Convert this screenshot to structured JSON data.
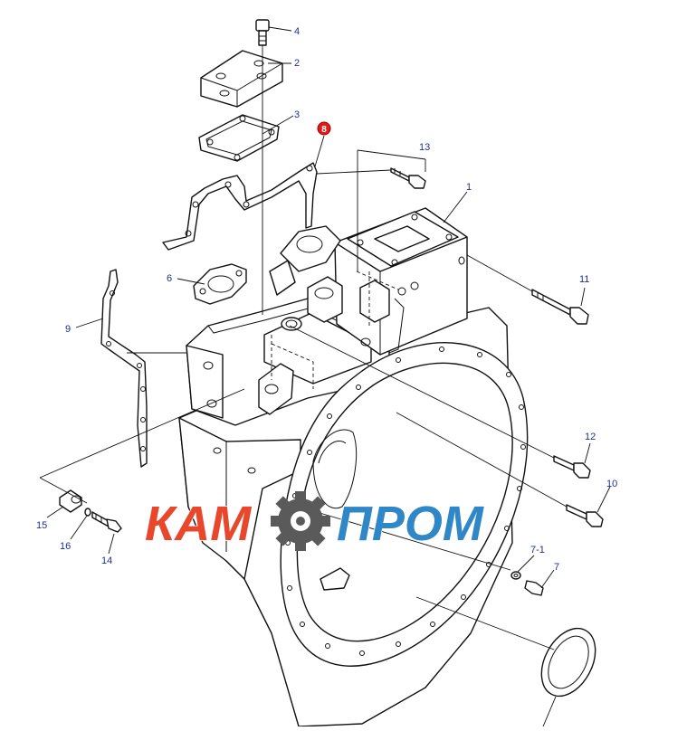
{
  "labels": {
    "l1": "1",
    "l2": "2",
    "l3": "3",
    "l4": "4",
    "l6": "6",
    "l7": "7",
    "l7_1": "7-1",
    "l8": "8",
    "l9": "9",
    "l10": "10",
    "l11": "11",
    "l12": "12",
    "l13": "13",
    "l14": "14",
    "l15": "15",
    "l16": "16"
  },
  "watermark": {
    "left": "КАМ",
    "right": "ПРОМ",
    "icon": "gear-icon"
  },
  "colors": {
    "label": "#1f2f96",
    "highlight": "#e01b1b",
    "brand_red": "#e8472c",
    "brand_blue": "#2f87c8",
    "gear": "#5a5a5a"
  }
}
